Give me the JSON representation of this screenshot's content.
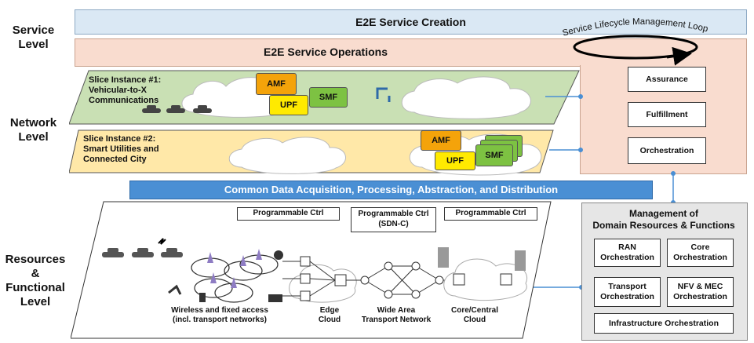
{
  "levels": {
    "service": "Service\nLevel",
    "network": "Network\nLevel",
    "resources": "Resources &\nFunctional\nLevel"
  },
  "service_creation": "E2E Service Creation",
  "service_operations": "E2E Service Operations",
  "lifecycle_loop": "Service Lifecycle Management Loop",
  "ops_boxes": [
    "Assurance",
    "Fulfillment",
    "Orchestration"
  ],
  "slice1": {
    "label": "Slice Instance #1:\nVehicular-to-X\nCommunications",
    "amf": "AMF",
    "upf": "UPF",
    "smf": "SMF"
  },
  "slice2": {
    "label": "Slice Instance #2:\nSmart Utilities and\nConnected City",
    "amf": "AMF",
    "upf": "UPF",
    "smf": "SMF"
  },
  "common_data": "Common Data Acquisition, Processing, Abstraction, and Distribution",
  "programmable_ctrl": [
    "Programmable Ctrl",
    "Programmable Ctrl\n(SDN-C)",
    "Programmable Ctrl"
  ],
  "resource_captions": {
    "wireless": "Wireless and fixed access\n(incl. transport networks)",
    "edge": "Edge\nCloud",
    "wan": "Wide Area\nTransport Network",
    "core": "Core/Central\nCloud"
  },
  "management": {
    "title": "Management of\nDomain Resources & Functions",
    "items": [
      "RAN\nOrchestration",
      "Core\nOrchestration",
      "Transport\nOrchestration",
      "NFV & MEC\nOrchestration",
      "Infrastructure Orchestration"
    ]
  },
  "colors": {
    "creation_bg": "#dae8f4",
    "operations_bg": "#f9dccf",
    "slice1_bg": "#c9e0b4",
    "slice2_bg": "#ffe8a8",
    "common_data_bg": "#4a8fd4",
    "connector": "#4a8fd4"
  }
}
